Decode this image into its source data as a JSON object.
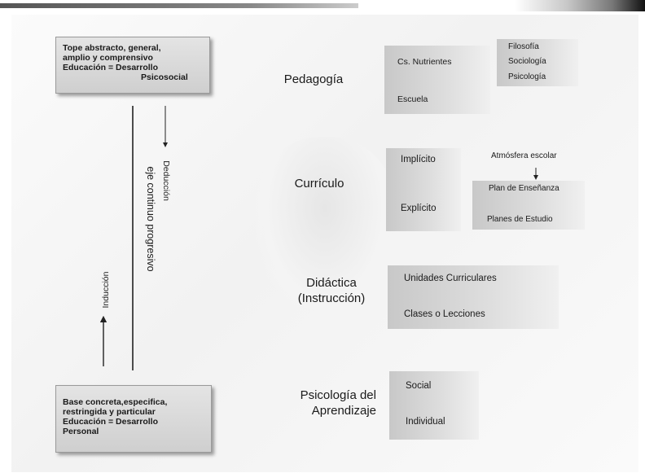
{
  "left": {
    "top_box": {
      "lines": [
        "Tope abstracto, general,",
        "amplio y comprensivo",
        "Educación = Desarrollo",
        "Psicosocial"
      ]
    },
    "bottom_box": {
      "lines": [
        "Base concreta,especifica,",
        "restringida y particular",
        "Educación = Desarrollo",
        "Personal"
      ]
    },
    "axis_label": "eje continuo progresivo",
    "deduction_label": "Deducción",
    "induction_label": "Inducción"
  },
  "rows": {
    "pedagogia": {
      "title": "Pedagogía",
      "items": [
        "Cs. Nutrientes",
        "Escuela"
      ],
      "sub_items": [
        "Filosofía",
        "Sociología",
        "Psicología"
      ]
    },
    "curriculo": {
      "title": "Currículo",
      "items": [
        "Implícito",
        "Explícito"
      ],
      "flow": [
        "Atmósfera escolar",
        "Plan de Enseñanza",
        "Planes de Estudio"
      ]
    },
    "didactica": {
      "title_lines": [
        "Didáctica",
        "(Instrucción)"
      ],
      "items": [
        "Unidades Curriculares",
        "Clases o Lecciones"
      ]
    },
    "psicologia": {
      "title_lines": [
        "Psicología del",
        "Aprendizaje"
      ],
      "items": [
        "Social",
        "Individual"
      ]
    }
  }
}
